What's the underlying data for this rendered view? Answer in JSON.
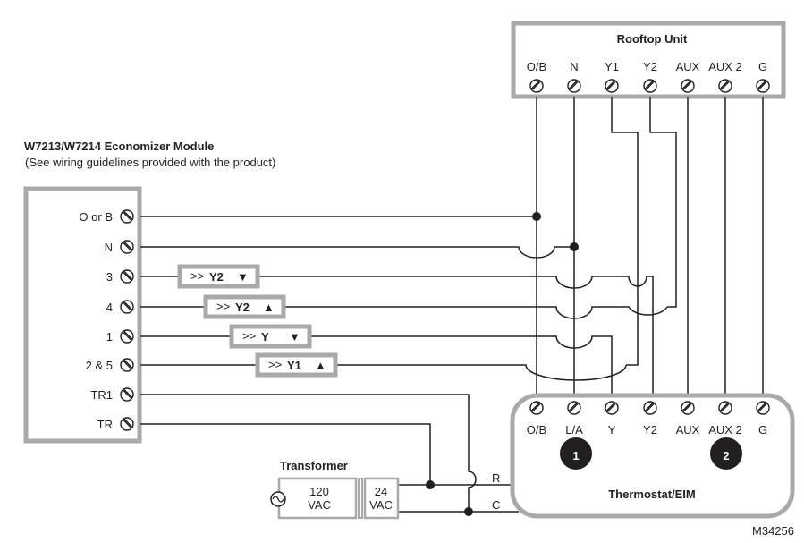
{
  "rooftop": {
    "title": "Rooftop Unit",
    "terminals": [
      "O/B",
      "N",
      "Y1",
      "Y2",
      "AUX",
      "AUX 2",
      "G"
    ]
  },
  "economizer": {
    "title": "W7213/W7214 Economizer Module",
    "subtitle": "(See wiring guidelines provided with the product)",
    "terminals": [
      "O or B",
      "N",
      "3",
      "4",
      "1",
      "2 & 5",
      "TR1",
      "TR"
    ]
  },
  "stages": [
    {
      "prefix": ">>",
      "label": "Y2",
      "arrow": "▼"
    },
    {
      "prefix": ">>",
      "label": "Y2",
      "arrow": "▲"
    },
    {
      "prefix": ">>",
      "label": "Y",
      "arrow": "▼"
    },
    {
      "prefix": ">>",
      "label": "Y1",
      "arrow": "▲"
    }
  ],
  "thermostat": {
    "title": "Thermostat/EIM",
    "terminals": [
      "O/B",
      "L/A",
      "Y",
      "Y2",
      "AUX",
      "AUX 2",
      "G"
    ],
    "callouts": [
      "1",
      "2"
    ]
  },
  "transformer": {
    "title": "Transformer",
    "primary": [
      "120",
      "VAC"
    ],
    "secondary": [
      "24",
      "VAC"
    ],
    "outputs": [
      "R",
      "C"
    ]
  },
  "figure_id": "M34256"
}
